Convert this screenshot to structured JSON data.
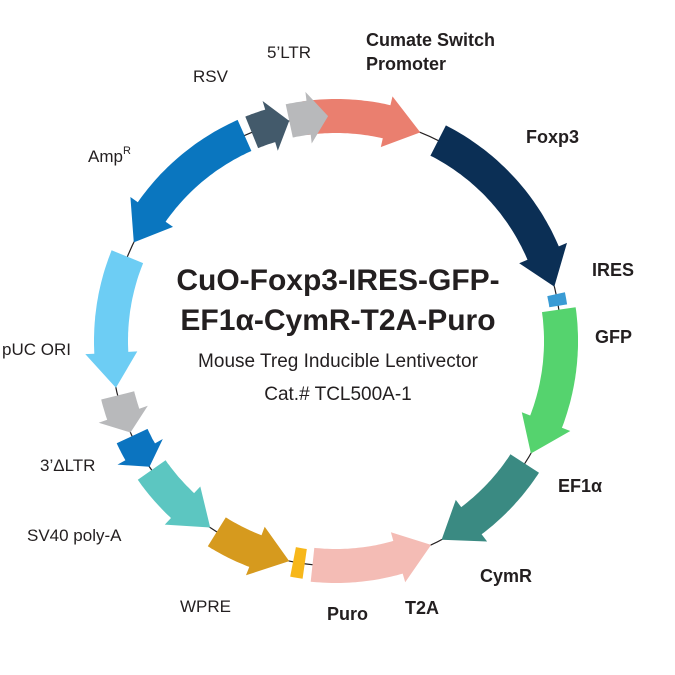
{
  "title_line1": "CuO-Foxp3-IRES-GFP-",
  "title_line2": "EF1α-CymR-T2A-Puro",
  "subtitle": "Mouse Treg Inducible Lentivector",
  "catalog": "Cat.# TCL500A-1",
  "features": [
    {
      "id": "cumate",
      "lines": [
        "Cumate Switch",
        "Promoter"
      ],
      "color": "#ea7f6f",
      "bold": true
    },
    {
      "id": "foxp3",
      "lines": [
        "Foxp3"
      ],
      "color": "#0b2f55",
      "bold": true
    },
    {
      "id": "ires",
      "lines": [
        "IRES"
      ],
      "color": "#3a9bd4",
      "bold": true
    },
    {
      "id": "gfp",
      "lines": [
        "GFP"
      ],
      "color": "#55d36e",
      "bold": true
    },
    {
      "id": "ef1a",
      "lines": [
        "EF1α"
      ],
      "color": "#3a8a82",
      "bold": true
    },
    {
      "id": "cymr",
      "lines": [
        "CymR"
      ],
      "color": "#f4bcb5",
      "bold": true
    },
    {
      "id": "t2a",
      "lines": [
        "T2A"
      ],
      "color": "#f7b71a",
      "bold": true
    },
    {
      "id": "puro",
      "lines": [
        "Puro"
      ],
      "color": "#d69a1e",
      "bold": true
    },
    {
      "id": "wpre",
      "lines": [
        "WPRE"
      ],
      "color": "#5cc6c1",
      "bold": false
    },
    {
      "id": "sv40",
      "lines": [
        "SV40 poly-A"
      ],
      "color": "#0b74c0",
      "bold": false
    },
    {
      "id": "ltr3",
      "lines": [
        "3’ΔLTR"
      ],
      "color": "#b8b9bb",
      "bold": false
    },
    {
      "id": "puc",
      "lines": [
        "pUC ORI"
      ],
      "color": "#6dcdf4",
      "bold": false
    },
    {
      "id": "amp",
      "lines": [
        "Amp",
        "R"
      ],
      "color": "#0a76bf",
      "bold": false
    },
    {
      "id": "rsv",
      "lines": [
        "RSV"
      ],
      "color": "#435a6b",
      "bold": false
    },
    {
      "id": "ltr5",
      "lines": [
        "5’LTR"
      ],
      "color": "#b8b9bb",
      "bold": false
    }
  ]
}
